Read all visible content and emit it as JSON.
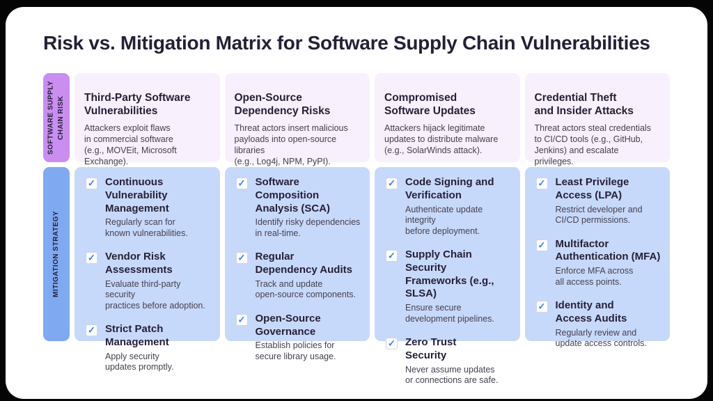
{
  "page": {
    "title": "Risk vs. Mitigation Matrix for Software Supply Chain Vulnerabilities"
  },
  "colors": {
    "background": "#050505",
    "card": "#ffffff",
    "risk_label_bg": "#c98ef0",
    "risk_cell_bg": "#f8f0fc",
    "mitigation_label_bg": "#7fa9f0",
    "mitigation_cell_bg": "#c7d9fa",
    "heading_text": "#251f36",
    "body_text": "#45404f",
    "check_blue": "#3b7ef0"
  },
  "icons": {
    "check": "✓"
  },
  "risk_row": {
    "label": "Software Supply\nChain Risk",
    "cells": [
      {
        "title": "Third-Party Software\nVulnerabilities",
        "description": "Attackers exploit flaws\nin commercial software\n(e.g., MOVEit, Microsoft Exchange)."
      },
      {
        "title": "Open-Source\nDependency Risks",
        "description": "Threat actors insert malicious\npayloads into open-source libraries\n(e.g., Log4j, NPM, PyPI)."
      },
      {
        "title": "Compromised\nSoftware Updates",
        "description": "Attackers hijack legitimate\nupdates to distribute malware\n(e.g., SolarWinds attack)."
      },
      {
        "title": "Credential Theft\nand Insider Attacks",
        "description": "Threat actors steal credentials\nto CI/CD tools (e.g., GitHub,\nJenkins) and escalate privileges."
      }
    ]
  },
  "mitigation_row": {
    "label": "Mitigation Strategy",
    "columns": [
      {
        "items": [
          {
            "title": "Continuous Vulnerability\nManagement",
            "description": "Regularly scan for\nknown vulnerabilities."
          },
          {
            "title": "Vendor Risk\nAssessments",
            "description": "Evaluate third-party security\npractices before adoption."
          },
          {
            "title": "Strict Patch\nManagement",
            "description": "Apply security\nupdates promptly."
          }
        ]
      },
      {
        "items": [
          {
            "title": "Software Composition\nAnalysis (SCA)",
            "description": "Identify risky dependencies\nin real-time."
          },
          {
            "title": "Regular\nDependency Audits",
            "description": "Track and update\nopen-source components."
          },
          {
            "title": "Open-Source\nGovernance",
            "description": "Establish policies for\nsecure library usage."
          }
        ]
      },
      {
        "items": [
          {
            "title": "Code Signing and\nVerification",
            "description": "Authenticate update integrity\nbefore deployment."
          },
          {
            "title": "Supply Chain Security\nFrameworks (e.g., SLSA)",
            "description": "Ensure secure\ndevelopment pipelines."
          },
          {
            "title": "Zero Trust\nSecurity",
            "description": "Never assume updates\nor connections are safe."
          }
        ]
      },
      {
        "items": [
          {
            "title": "Least Privilege\nAccess (LPA)",
            "description": "Restrict developer and\nCI/CD permissions."
          },
          {
            "title": "Multifactor\nAuthentication (MFA)",
            "description": "Enforce MFA across\nall access points."
          },
          {
            "title": "Identity and\nAccess Audits",
            "description": "Regularly review and\nupdate access controls."
          }
        ]
      }
    ]
  }
}
